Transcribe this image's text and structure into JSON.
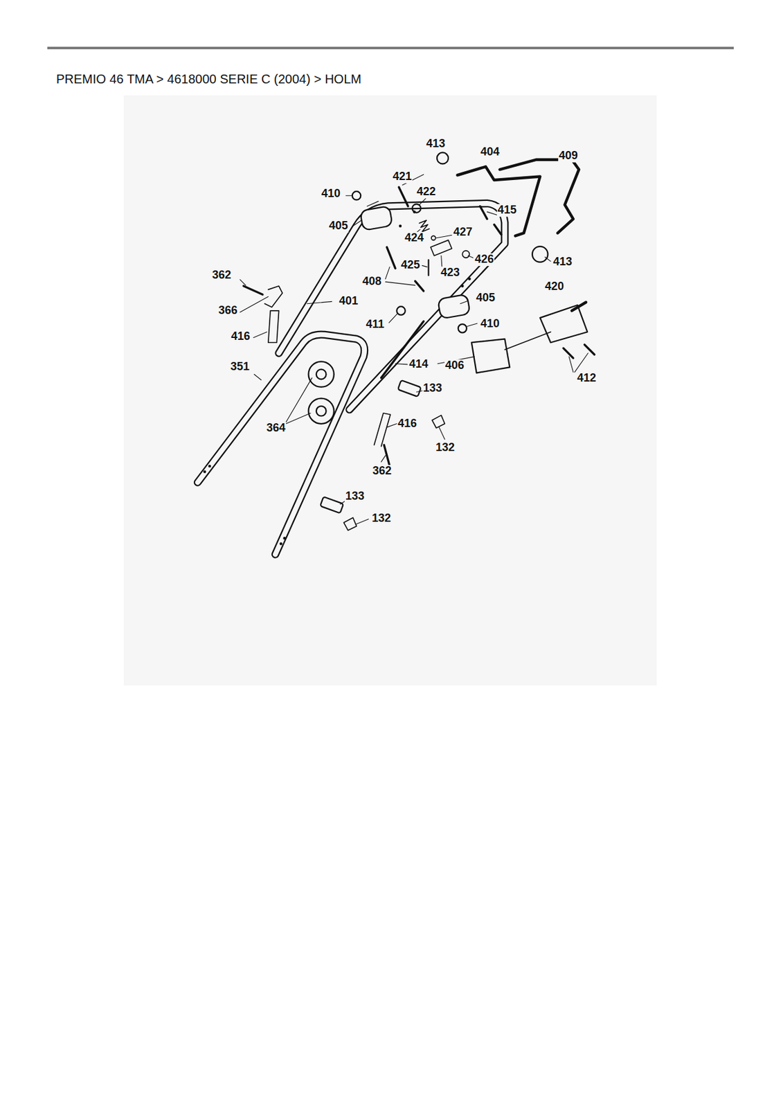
{
  "diagram": {
    "title": "PREMIO 46 TMA > 4618000 SERIE C (2004) > HOLM",
    "labels": [
      "413",
      "404",
      "409",
      "421",
      "410",
      "422",
      "415",
      "405",
      "427",
      "424",
      "426",
      "425",
      "423",
      "413",
      "362",
      "408",
      "420",
      "401",
      "405",
      "366",
      "411",
      "410",
      "416",
      "414",
      "406",
      "412",
      "351",
      "133",
      "364",
      "416",
      "132",
      "362",
      "133",
      "132"
    ]
  }
}
